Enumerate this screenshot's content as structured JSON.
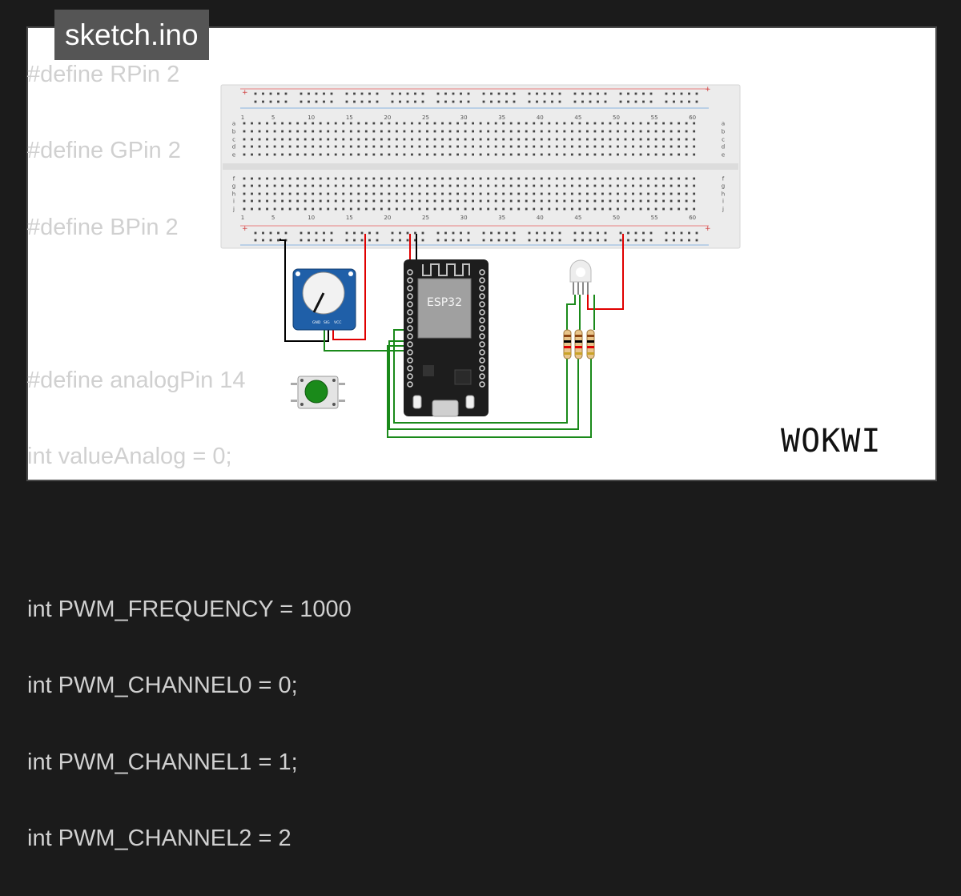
{
  "window": {
    "title": "sketch.ino"
  },
  "code_lines": [
    "#define RPin 2",
    "#define GPin 2",
    "#define BPin 2",
    "",
    "#define analogPin 14",
    "int valueAnalog = 0;",
    "",
    "int PWM_FREQUENCY = 1000",
    "int PWM_CHANNEL0 = 0;",
    "int PWM_CHANNEL1 = 1;",
    "int PWM_CHANNEL2 = 2"
  ],
  "breadboard": {
    "column_numbers": [
      "1",
      "5",
      "10",
      "15",
      "20",
      "25",
      "30",
      "35",
      "40",
      "45",
      "50",
      "55",
      "60"
    ],
    "top_rows": [
      "a",
      "b",
      "c",
      "d",
      "e"
    ],
    "bottom_rows": [
      "f",
      "g",
      "h",
      "i",
      "j"
    ],
    "rail_plus": "+",
    "rail_minus": "-"
  },
  "esp32": {
    "label": "ESP32"
  },
  "potentiometer": {
    "pins": [
      "GND",
      "SIG",
      "VCC"
    ]
  },
  "logo": {
    "text": "WOKWI"
  },
  "colors": {
    "background": "#1b1b1b",
    "wire_red": "#e00000",
    "wire_green": "#1a8a1a",
    "wire_black": "#000000",
    "button_green": "#1a8a1a",
    "pot_blue": "#1f5fa8"
  }
}
